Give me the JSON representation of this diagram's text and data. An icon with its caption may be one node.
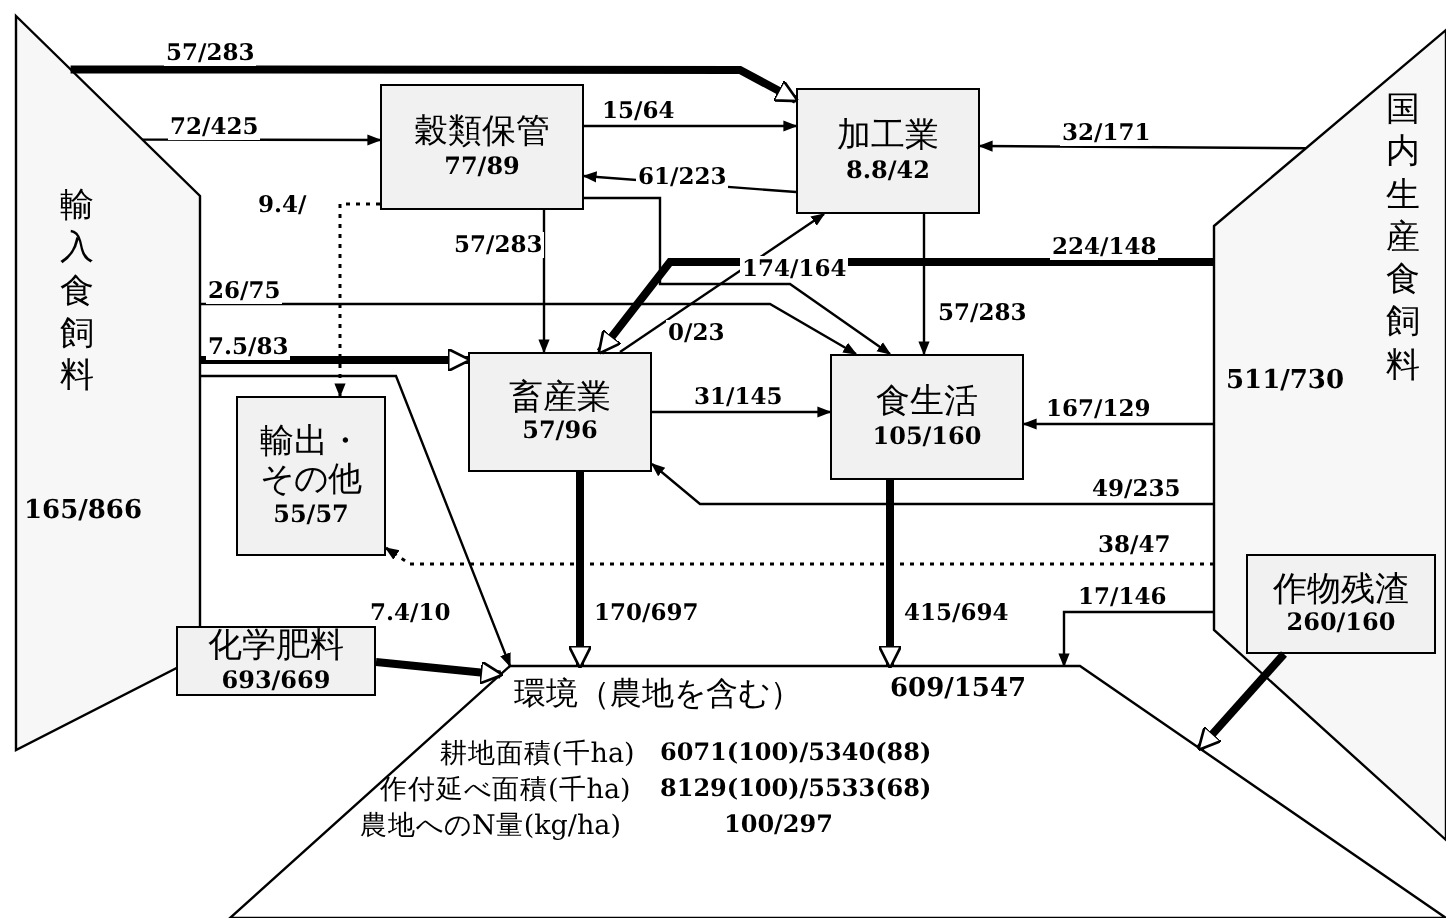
{
  "diagram": {
    "nodes": [
      {
        "text": [
          "輸入食飼料",
          "165/866"
        ]
      },
      {
        "text": [
          "穀類保管",
          "77/89"
        ]
      },
      {
        "text": [
          "加工業",
          "8.8/42"
        ]
      },
      {
        "text": [
          "国内生産食飼料",
          "511/730"
        ]
      },
      {
        "text": [
          "輸出・その他",
          "55/57"
        ]
      },
      {
        "text": [
          "畜産業",
          "57/96"
        ]
      },
      {
        "text": [
          "食生活",
          "105/160"
        ]
      },
      {
        "text": [
          "化学肥料",
          "693/669"
        ]
      },
      {
        "text": [
          "作物残渣",
          "260/160"
        ],
        "in": 3
      },
      {
        "text": [
          "環境（農地を含む）",
          "609/1547"
        ]
      }
    ],
    "edges": [
      {
        "from": 0,
        "to": 2,
        "arrow": "to",
        "label": "57/283",
        "style": "thick"
      },
      {
        "from": 0,
        "to": 1,
        "arrow": "to",
        "label": "72/425"
      },
      {
        "from": 1,
        "to": 2,
        "arrow": "to",
        "label": "15/64"
      },
      {
        "from": 3,
        "to": 2,
        "arrow": "to",
        "label": "32/171"
      },
      {
        "from": 2,
        "to": 1,
        "arrow": "to",
        "label": "61/223"
      },
      {
        "from": 1,
        "to": 4,
        "arrow": "to",
        "label": "9.4/",
        "style": "dashed"
      },
      {
        "from": 0,
        "to": 6,
        "arrow": "to",
        "label": "26/75"
      },
      {
        "from": 0,
        "to": 5,
        "arrow": "to",
        "label": "7.5/83",
        "style": "thick"
      },
      {
        "from": 1,
        "to": 5,
        "arrow": "to",
        "label": "57/283"
      },
      {
        "from": 5,
        "to": 2,
        "arrow": "to",
        "label": "0/23"
      },
      {
        "from": 1,
        "to": 6,
        "arrow": "to",
        "label": "174/164"
      },
      {
        "from": 3,
        "to": 5,
        "arrow": "to",
        "label": "224/148",
        "style": "thick"
      },
      {
        "from": 2,
        "to": 6,
        "arrow": "to",
        "label": "57/283"
      },
      {
        "from": 5,
        "to": 6,
        "arrow": "to",
        "label": "31/145"
      },
      {
        "from": 3,
        "to": 6,
        "arrow": "to",
        "label": "167/129"
      },
      {
        "from": 3,
        "to": 5,
        "arrow": "to",
        "label": "49/235"
      },
      {
        "from": 3,
        "to": 4,
        "arrow": "to",
        "label": "38/47",
        "style": "dashed"
      },
      {
        "from": 0,
        "to": 9,
        "arrow": "to",
        "label": "7.4/10"
      },
      {
        "from": 5,
        "to": 9,
        "arrow": "to",
        "label": "170/697",
        "style": "thick"
      },
      {
        "from": 6,
        "to": 9,
        "arrow": "to",
        "label": "415/694",
        "style": "thick"
      },
      {
        "from": 3,
        "to": 9,
        "arrow": "to",
        "label": "17/146"
      },
      {
        "from": 7,
        "to": 9,
        "arrow": "to",
        "style": "thick"
      },
      {
        "from": 8,
        "to": 9,
        "arrow": "to",
        "style": "thick"
      }
    ],
    "labels": [
      "耕地面積(千ha)",
      "6071(100)/5340(88)",
      "作付延べ面積(千ha)",
      "8129(100)/5533(68)",
      "農地へのN量(kg/ha)",
      "100/297"
    ]
  }
}
